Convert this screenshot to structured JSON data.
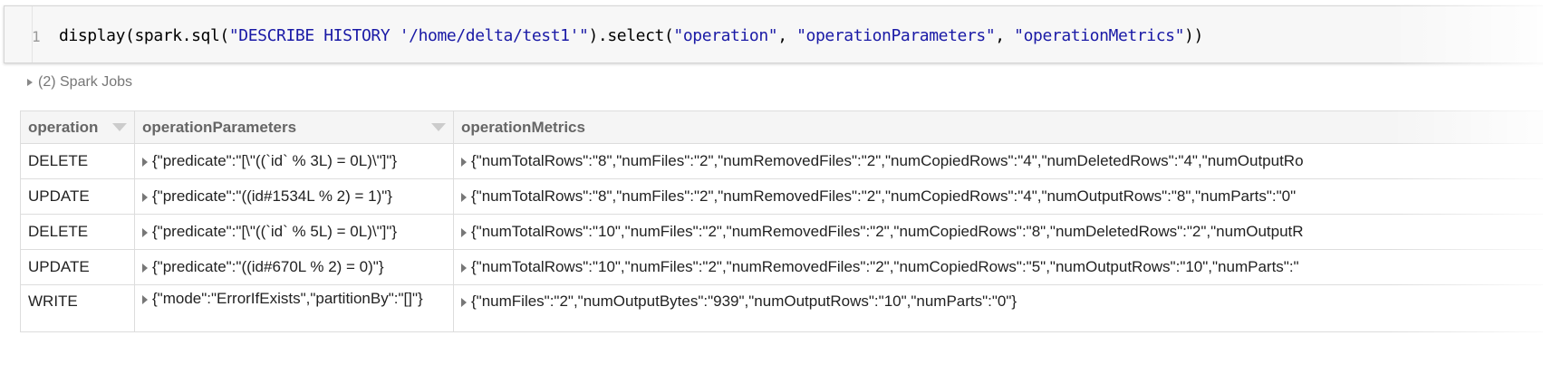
{
  "code_cell": {
    "line_number": "1",
    "code_prefix": "display(spark.sql(",
    "sql_string": "\"DESCRIBE HISTORY '/home/delta/test1'\"",
    "code_mid": ").select(",
    "arg1": "\"operation\"",
    "sep1": ", ",
    "arg2": "\"operationParameters\"",
    "sep2": ", ",
    "arg3": "\"operationMetrics\"",
    "code_suffix": "))"
  },
  "spark_jobs_label": "(2) Spark Jobs",
  "table": {
    "columns": [
      "operation",
      "operationParameters",
      "operationMetrics"
    ],
    "rows": [
      {
        "operation": "DELETE",
        "params": "{\"predicate\":\"[\\\"((`id` % 3L) = 0L)\\\"]\"}",
        "metrics": "{\"numTotalRows\":\"8\",\"numFiles\":\"2\",\"numRemovedFiles\":\"2\",\"numCopiedRows\":\"4\",\"numDeletedRows\":\"4\",\"numOutputRo"
      },
      {
        "operation": "UPDATE",
        "params": "{\"predicate\":\"((id#1534L % 2) = 1)\"}",
        "metrics": "{\"numTotalRows\":\"8\",\"numFiles\":\"2\",\"numRemovedFiles\":\"2\",\"numCopiedRows\":\"4\",\"numOutputRows\":\"8\",\"numParts\":\"0\""
      },
      {
        "operation": "DELETE",
        "params": "{\"predicate\":\"[\\\"((`id` % 5L) = 0L)\\\"]\"}",
        "metrics": "{\"numTotalRows\":\"10\",\"numFiles\":\"2\",\"numRemovedFiles\":\"2\",\"numCopiedRows\":\"8\",\"numDeletedRows\":\"2\",\"numOutputR"
      },
      {
        "operation": "UPDATE",
        "params": "{\"predicate\":\"((id#670L % 2) = 0)\"}",
        "metrics": "{\"numTotalRows\":\"10\",\"numFiles\":\"2\",\"numRemovedFiles\":\"2\",\"numCopiedRows\":\"5\",\"numOutputRows\":\"10\",\"numParts\":\""
      },
      {
        "operation": "WRITE",
        "params": "{\"mode\":\"ErrorIfExists\",\"partitionBy\":\"[]\"}",
        "metrics": "{\"numFiles\":\"2\",\"numOutputBytes\":\"939\",\"numOutputRows\":\"10\",\"numParts\":\"0\"}"
      }
    ]
  },
  "colors": {
    "string": "#1a1aa6",
    "header_bg": "#f5f5f5",
    "border": "#dddddd"
  }
}
